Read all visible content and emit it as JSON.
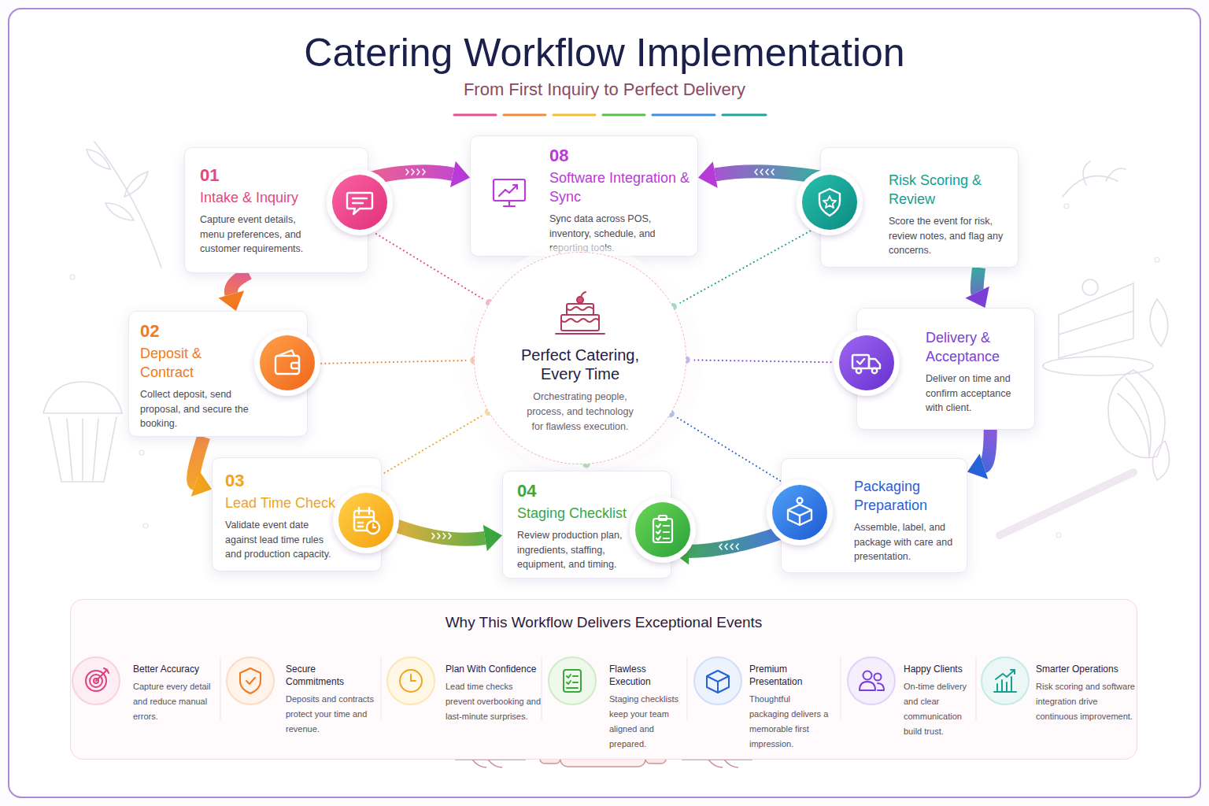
{
  "diagram": {
    "title": "Catering Workflow Implementation",
    "caption": "From First Inquiry to Perfect Delivery",
    "nodes": [
      {
        "text": [
          "01",
          "Intake & Inquiry",
          "Capture event details, menu preferences, and customer requirements."
        ]
      },
      {
        "text": [
          "08",
          "Software Integration & Sync",
          "Sync data across POS, inventory, schedule, and reporting tools."
        ]
      },
      {
        "text": [
          "Risk Scoring & Review",
          "Score the event for risk, review notes, and flag any concerns."
        ]
      },
      {
        "text": [
          "02",
          "Deposit & Contract",
          "Collect deposit, send proposal, and secure the booking."
        ]
      },
      {
        "text": [
          "Perfect Catering, Every Time",
          "Orchestrating people, process, and technology for flawless execution."
        ]
      },
      {
        "text": [
          "Delivery & Acceptance",
          "Deliver on time and confirm acceptance with client."
        ]
      },
      {
        "text": [
          "03",
          "Lead Time Check",
          "Validate event date against lead time rules and production capacity."
        ]
      },
      {
        "text": [
          "04",
          "Staging Checklist",
          "Review production plan, ingredients, staffing, equipment, and timing."
        ]
      },
      {
        "text": [
          "Packaging Preparation",
          "Assemble, label, and package with care and presentation."
        ]
      },
      {
        "text": [
          "Why This Workflow Delivers Exceptional Events"
        ]
      },
      {
        "text": [
          "Better Accuracy",
          "Capture every detail and reduce manual errors."
        ],
        "in": 9
      },
      {
        "text": [
          "Secure Commitments",
          "Deposits and contracts protect your time and revenue."
        ],
        "in": 9
      },
      {
        "text": [
          "Plan With Confidence",
          "Lead time checks prevent overbooking and last-minute surprises."
        ],
        "in": 9
      },
      {
        "text": [
          "Flawless Execution",
          "Staging checklists keep your team aligned and prepared."
        ],
        "in": 9
      },
      {
        "text": [
          "Premium Presentation",
          "Thoughtful packaging delivers a memorable first impression."
        ],
        "in": 9
      },
      {
        "text": [
          "Happy Clients",
          "On-time delivery and clear communication build trust."
        ],
        "in": 9
      },
      {
        "text": [
          "Smarter Operations",
          "Risk scoring and software integration drive continuous improvement."
        ],
        "in": 9
      }
    ],
    "edges": [
      {
        "from": 0,
        "to": 1,
        "arrow": "to"
      },
      {
        "from": 2,
        "to": 1,
        "arrow": "to"
      },
      {
        "from": 2,
        "to": 5,
        "arrow": "to"
      },
      {
        "from": 5,
        "to": 8,
        "arrow": "to"
      },
      {
        "from": 8,
        "to": 7,
        "arrow": "to"
      },
      {
        "from": 6,
        "to": 7,
        "arrow": "to"
      },
      {
        "from": 3,
        "to": 6,
        "arrow": "to"
      },
      {
        "from": 0,
        "to": 3,
        "arrow": "to"
      },
      {
        "from": 4,
        "to": 0,
        "arrow": "none"
      },
      {
        "from": 4,
        "to": 1,
        "arrow": "none"
      },
      {
        "from": 4,
        "to": 2,
        "arrow": "none"
      },
      {
        "from": 4,
        "to": 3,
        "arrow": "none"
      },
      {
        "from": 4,
        "to": 5,
        "arrow": "none"
      },
      {
        "from": 4,
        "to": 6,
        "arrow": "none"
      },
      {
        "from": 4,
        "to": 7,
        "arrow": "none"
      },
      {
        "from": 4,
        "to": 8,
        "arrow": "none"
      }
    ]
  }
}
